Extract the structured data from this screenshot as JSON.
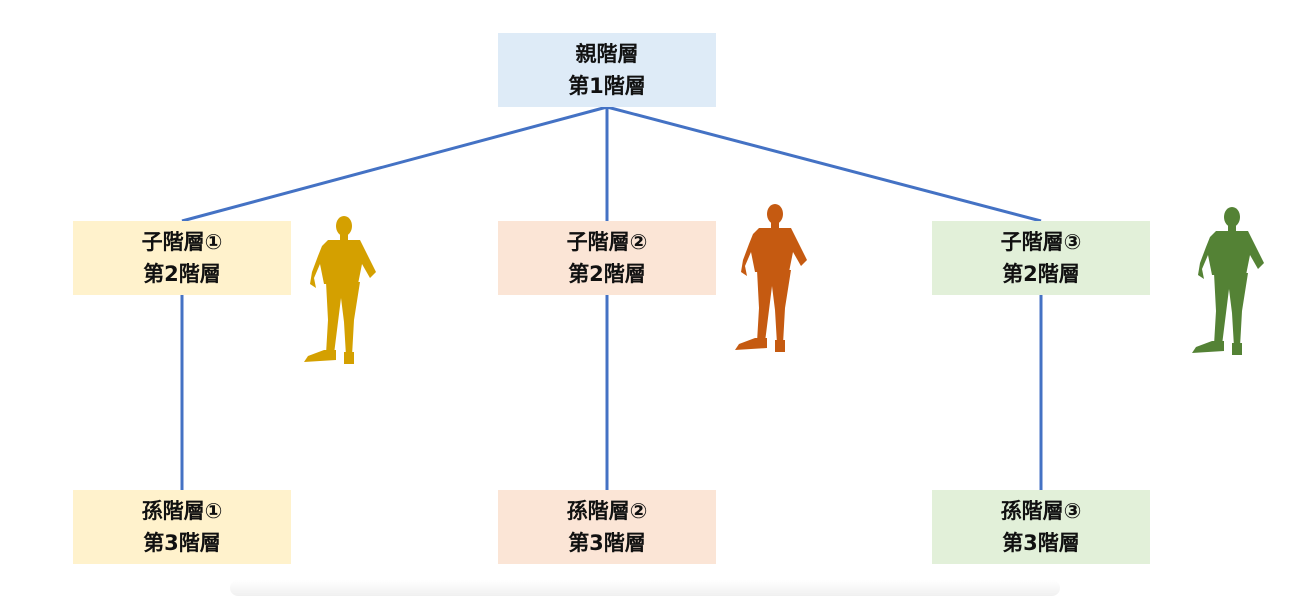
{
  "colors": {
    "connector": "#4472c4",
    "root_fill": "#deebf7",
    "branch1_fill": "#fff2cc",
    "branch2_fill": "#fbe5d6",
    "branch3_fill": "#e2f0d9",
    "person1": "#d4a000",
    "person2": "#c55a11",
    "person3": "#548235"
  },
  "root": {
    "line1": "親階層",
    "line2": "第1階層"
  },
  "children": [
    {
      "line1": "子階層①",
      "line2": "第2階層"
    },
    {
      "line1": "子階層②",
      "line2": "第2階層"
    },
    {
      "line1": "子階層③",
      "line2": "第2階層"
    }
  ],
  "grandchildren": [
    {
      "line1": "孫階層①",
      "line2": "第3階層"
    },
    {
      "line1": "孫階層②",
      "line2": "第3階層"
    },
    {
      "line1": "孫階層③",
      "line2": "第3階層"
    }
  ],
  "icons": [
    "person-silhouette-icon",
    "person-silhouette-icon",
    "person-silhouette-icon"
  ]
}
